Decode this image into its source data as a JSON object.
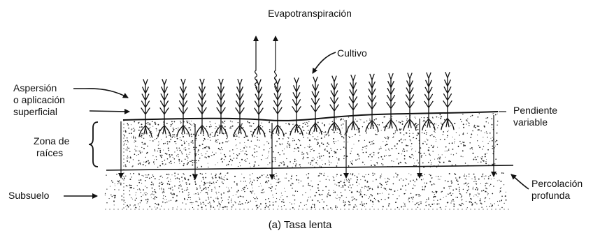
{
  "labels": {
    "evapotranspiracion": "Evapotranspiración",
    "cultivo": "Cultivo",
    "aspersion_1": "Aspersión",
    "aspersion_2": "o aplicación",
    "aspersion_3": "superficial",
    "pendiente_1": "Pendiente",
    "pendiente_2": "variable",
    "zona_1": "Zona de",
    "zona_2": "raíces",
    "subsuelo": "Subsuelo",
    "percolacion_1": "Percolación",
    "percolacion_2": "profunda",
    "caption": "(a) Tasa lenta"
  },
  "plant_count": 17,
  "colors": {
    "ink": "#111111",
    "background": "#ffffff"
  }
}
